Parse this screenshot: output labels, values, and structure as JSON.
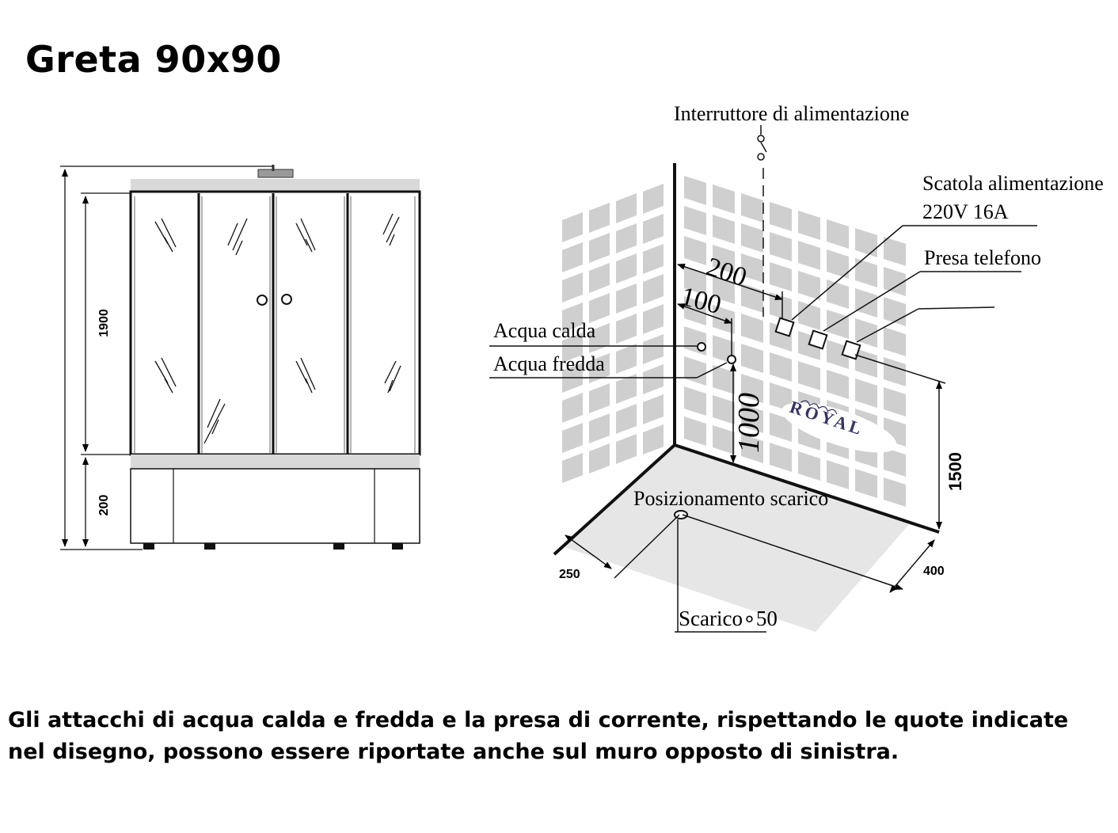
{
  "title": "Greta 90x90",
  "note": "Gli attacchi di acqua calda e fredda e la presa di corrente, rispettando le quote indicate nel disegno, possono essere riportate anche sul muro opposto di sinistra.",
  "front_view": {
    "dim_height": "1900",
    "dim_base": "200"
  },
  "plan_view": {
    "power_switch": "Interruttore di alimentazione",
    "power_box_line1": "Scatola  alimentazione",
    "power_box_line2": "220V 16A",
    "phone_socket": "Presa telefono",
    "hot_water": "Acqua calda",
    "cold_water": "Acqua fredda",
    "dim_200": "200",
    "dim_100": "100",
    "dim_1000": "1000",
    "dim_1500": "1500",
    "drain_position": "Posizionamento scarico",
    "drain": "Scarico∘50",
    "dim_250": "250",
    "dim_400": "400",
    "logo": "ROYAL"
  }
}
